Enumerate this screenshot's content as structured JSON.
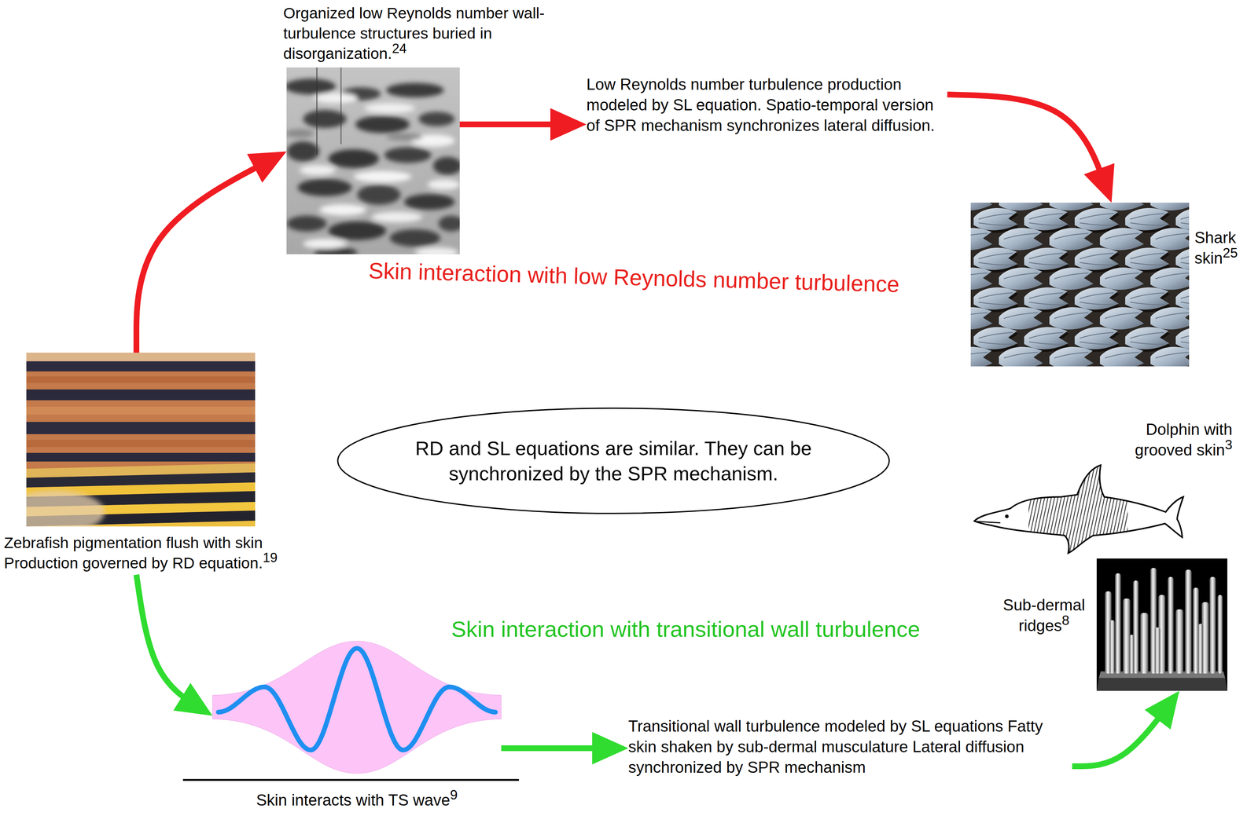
{
  "diagram": {
    "nodes": [
      {
        "text": [
          "Organized low Reynolds number wall-turbulence structures buried in disorganization.",
          "24"
        ]
      },
      {
        "text": [
          "Low Reynolds number turbulence production modeled by SL equation. Spatio-temporal version of SPR mechanism synchronizes lateral diffusion."
        ]
      },
      {
        "text": [
          "Shark skin",
          "25"
        ]
      },
      {
        "text": [
          "RD and SL equations are similar. They can be synchronized by the SPR mechanism."
        ]
      },
      {
        "text": [
          "Zebrafish pigmentation flush with skin Production governed by RD equation.",
          "19"
        ]
      },
      {
        "text": [
          "Dolphin with grooved skin",
          "3"
        ]
      },
      {
        "text": [
          "Sub-dermal ridges",
          "8"
        ]
      },
      {
        "text": [
          "Skin interacts with TS wave",
          "9"
        ]
      },
      {
        "text": [
          "Transitional wall turbulence modeled by SL equations Fatty skin shaken by sub-dermal musculature Lateral diffusion synchronized by SPR mechanism"
        ]
      }
    ],
    "edges": [
      {
        "from": 4,
        "to": 0,
        "arrow": "to"
      },
      {
        "from": 0,
        "to": 1,
        "arrow": "to"
      },
      {
        "from": 1,
        "to": 2,
        "arrow": "to"
      },
      {
        "from": 4,
        "to": 7,
        "arrow": "to"
      },
      {
        "from": 7,
        "to": 8,
        "arrow": "to"
      },
      {
        "from": 8,
        "to": 6,
        "arrow": "to"
      }
    ],
    "labels": [
      "Skin interaction with low Reynolds number turbulence",
      "Skin interaction with transitional wall turbulence"
    ]
  }
}
